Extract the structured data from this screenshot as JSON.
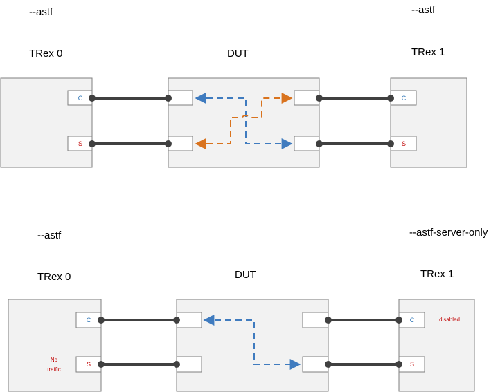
{
  "top": {
    "trex0_flag": "--astf",
    "trex1_flag": "--astf",
    "trex0_title": "TRex 0",
    "dut_title": "DUT",
    "trex1_title": "TRex 1",
    "client_port": "C",
    "server_port": "S"
  },
  "bottom": {
    "trex0_flag": "--astf",
    "trex1_flag": "--astf-server-only",
    "trex0_title": "TRex 0",
    "dut_title": "DUT",
    "trex1_title": "TRex 1",
    "client_port": "C",
    "server_port": "S",
    "no_traffic_line1": "No",
    "no_traffic_line2": "traffic",
    "disabled": "disabled"
  },
  "colors": {
    "box_fill": "#f2f2f2",
    "box_stroke": "#7f7f7f",
    "link": "#404040",
    "client_text": "#2e75b6",
    "server_text": "#c00000",
    "flow_blue": "#3f7bbf",
    "flow_orange": "#d9731e"
  }
}
